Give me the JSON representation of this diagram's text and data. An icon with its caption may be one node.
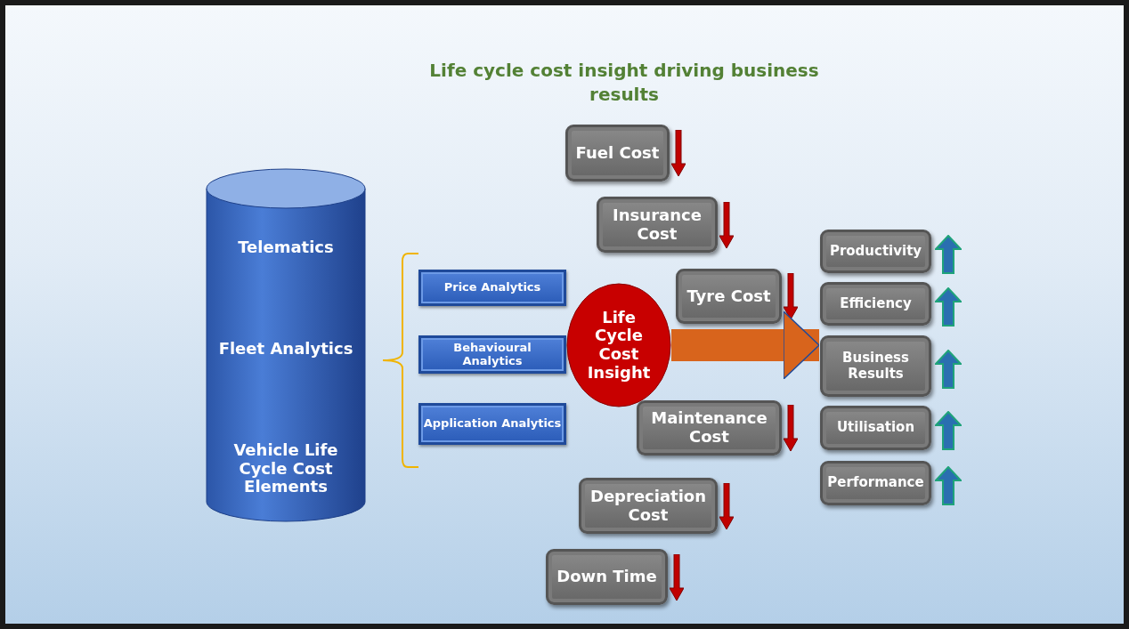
{
  "diagram": {
    "title": "Life cycle cost insight driving business results",
    "nodes": [
      {
        "text": [
          "Telematics",
          "Fleet Analytics",
          "Vehicle Life Cycle Cost Elements"
        ]
      },
      {
        "text": [
          "Price Analytics"
        ]
      },
      {
        "text": [
          "Behavioural Analytics"
        ]
      },
      {
        "text": [
          "Application Analytics"
        ]
      },
      {
        "text": [
          "Life Cycle Cost Insight"
        ]
      },
      {
        "text": [
          "Fuel Cost"
        ]
      },
      {
        "text": [
          "Insurance Cost"
        ]
      },
      {
        "text": [
          "Tyre Cost"
        ]
      },
      {
        "text": [
          "Maintenance Cost"
        ]
      },
      {
        "text": [
          "Depreciation Cost"
        ]
      },
      {
        "text": [
          "Down Time"
        ]
      },
      {
        "text": [
          "Productivity"
        ]
      },
      {
        "text": [
          "Efficiency"
        ]
      },
      {
        "text": [
          "Business Results"
        ]
      },
      {
        "text": [
          "Utilisation"
        ]
      },
      {
        "text": [
          "Performance"
        ]
      }
    ],
    "edges": [
      {
        "from": 4,
        "to": 13,
        "arrow": "to"
      }
    ]
  }
}
